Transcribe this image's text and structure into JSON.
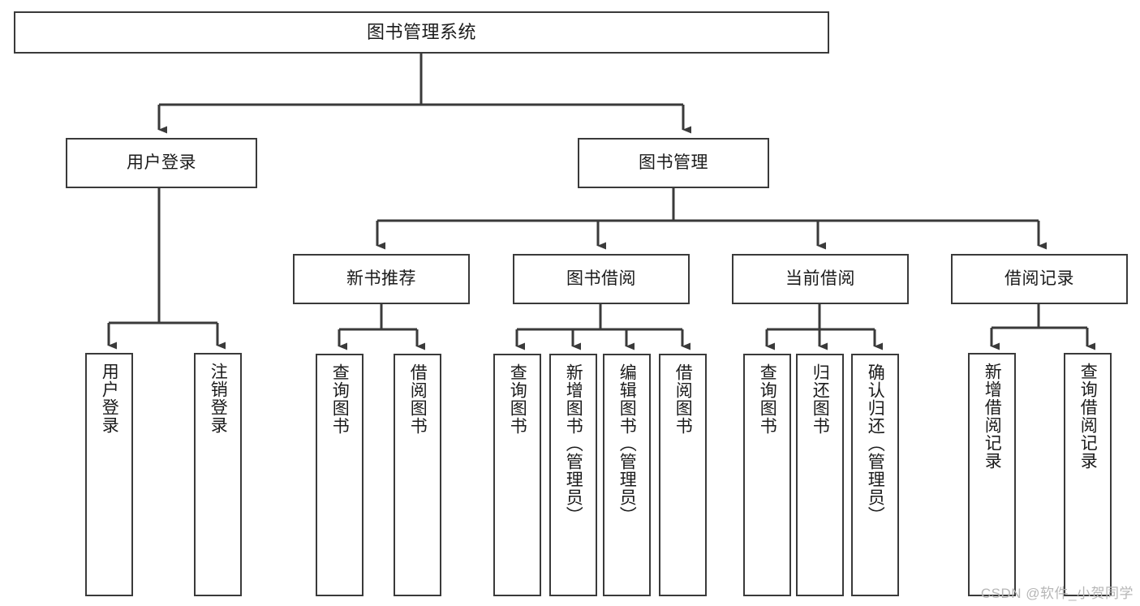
{
  "diagram": {
    "type": "tree-hierarchy-chart",
    "title": "图书管理系统",
    "line_color": "#3a3a3a",
    "box_fill": "#ffffff",
    "text_color": "#1b1b1b",
    "watermark": "CSDN @软件_小贺同学",
    "nodes": {
      "root": {
        "label": "图书管理系统"
      },
      "level2": [
        {
          "id": "user-login",
          "label": "用户登录"
        },
        {
          "id": "book-manage",
          "label": "图书管理"
        }
      ],
      "level3": [
        {
          "id": "new-book-rec",
          "label": "新书推荐"
        },
        {
          "id": "book-borrow",
          "label": "图书借阅"
        },
        {
          "id": "current-borrow",
          "label": "当前借阅"
        },
        {
          "id": "borrow-record",
          "label": "借阅记录"
        }
      ],
      "leaves": {
        "user_login": [
          {
            "id": "leaf-user-login",
            "label": "用户登录"
          },
          {
            "id": "leaf-logout-login",
            "label": "注销登录"
          }
        ],
        "new_book_rec": [
          {
            "id": "leaf-query-book-1",
            "label": "查询图书"
          },
          {
            "id": "leaf-borrow-book-1",
            "label": "借阅图书"
          }
        ],
        "book_borrow": [
          {
            "id": "leaf-query-book-2",
            "label": "查询图书"
          },
          {
            "id": "leaf-add-book",
            "label": "新增图书（管理员）"
          },
          {
            "id": "leaf-edit-book",
            "label": "编辑图书（管理员）"
          },
          {
            "id": "leaf-borrow-book-2",
            "label": "借阅图书"
          }
        ],
        "current_borrow": [
          {
            "id": "leaf-query-book-3",
            "label": "查询图书"
          },
          {
            "id": "leaf-return-book",
            "label": "归还图书"
          },
          {
            "id": "leaf-confirm-return",
            "label": "确认归还（管理员）"
          }
        ],
        "borrow_record": [
          {
            "id": "leaf-add-record",
            "label": "新增借阅记录"
          },
          {
            "id": "leaf-query-record",
            "label": "查询借阅记录"
          }
        ]
      }
    }
  }
}
